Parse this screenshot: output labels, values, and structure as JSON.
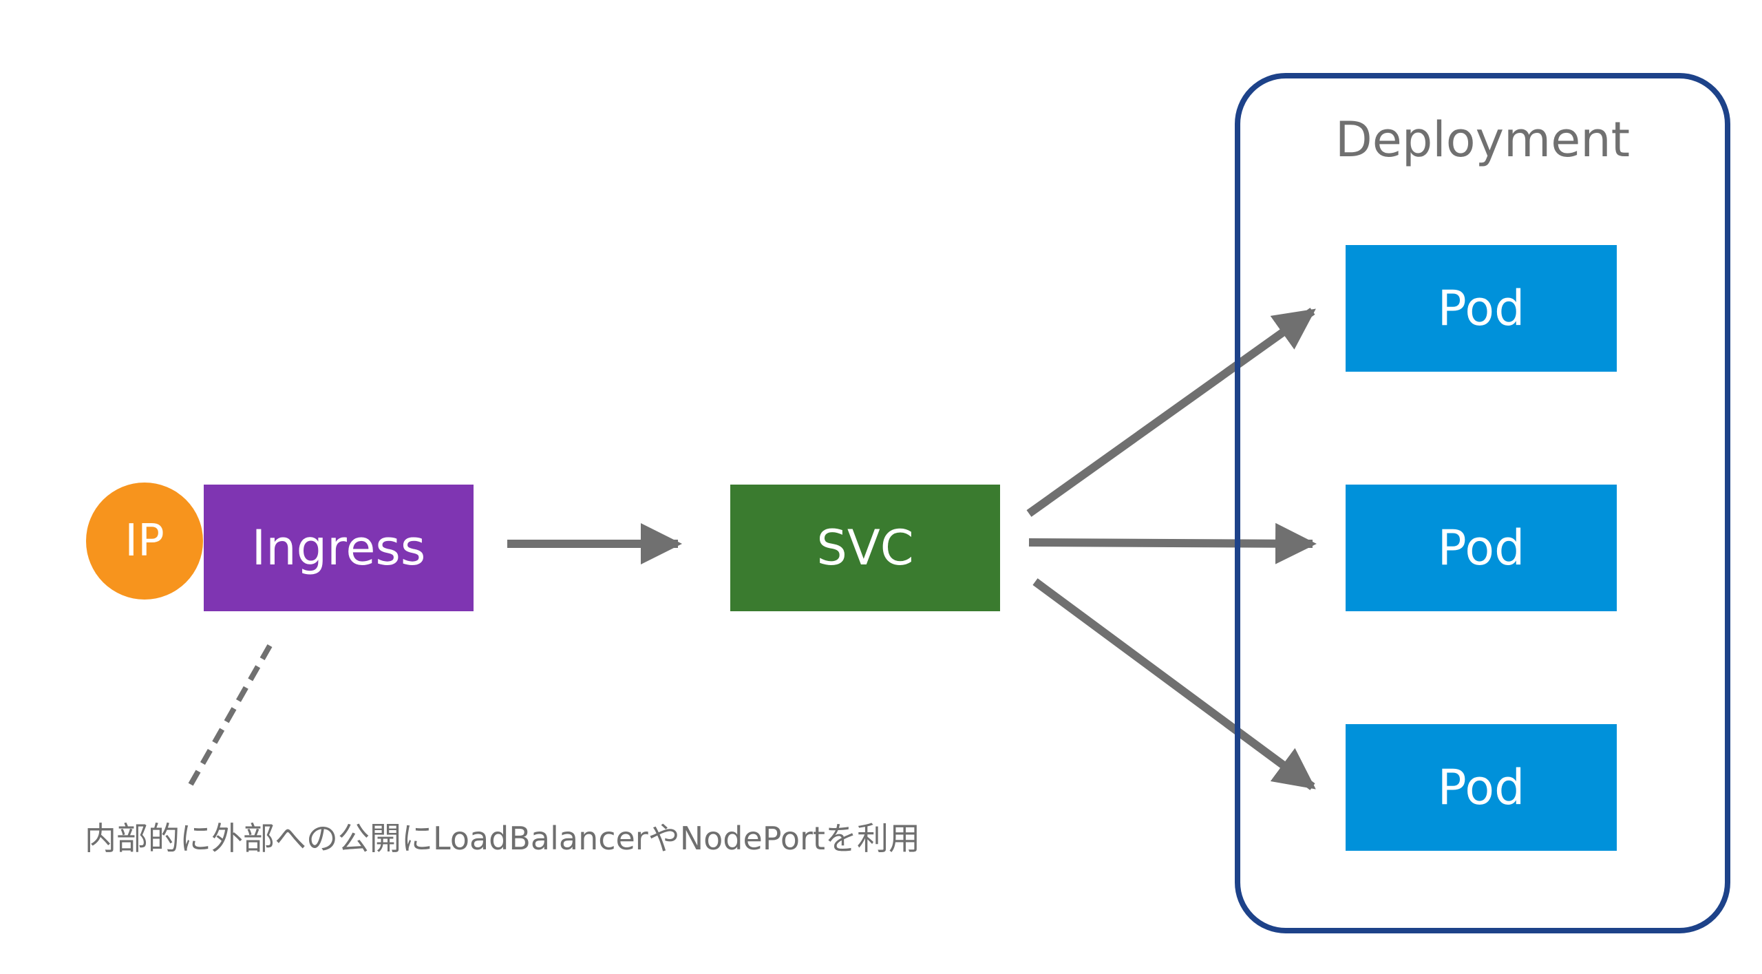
{
  "colors": {
    "ip": "#f7941d",
    "ingress": "#7f35b2",
    "svc": "#3a7b2f",
    "pod": "#0091da",
    "deployment_border": "#1d4289",
    "arrow": "#707070",
    "note_text": "#6f6f6f"
  },
  "nodes": {
    "ip": {
      "label": "IP"
    },
    "ingress": {
      "label": "Ingress"
    },
    "svc": {
      "label": "SVC"
    },
    "deployment": {
      "label": "Deployment"
    },
    "pods": [
      {
        "label": "Pod"
      },
      {
        "label": "Pod"
      },
      {
        "label": "Pod"
      }
    ]
  },
  "note": {
    "text": "内部的に外部への公開にLoadBalancerやNodePortを利用"
  },
  "edges": [
    {
      "from": "ingress",
      "to": "svc",
      "style": "solid"
    },
    {
      "from": "svc",
      "to": "pods.0",
      "style": "solid"
    },
    {
      "from": "svc",
      "to": "pods.1",
      "style": "solid"
    },
    {
      "from": "svc",
      "to": "pods.2",
      "style": "solid"
    },
    {
      "from": "ingress",
      "to": "note",
      "style": "dashed"
    }
  ]
}
